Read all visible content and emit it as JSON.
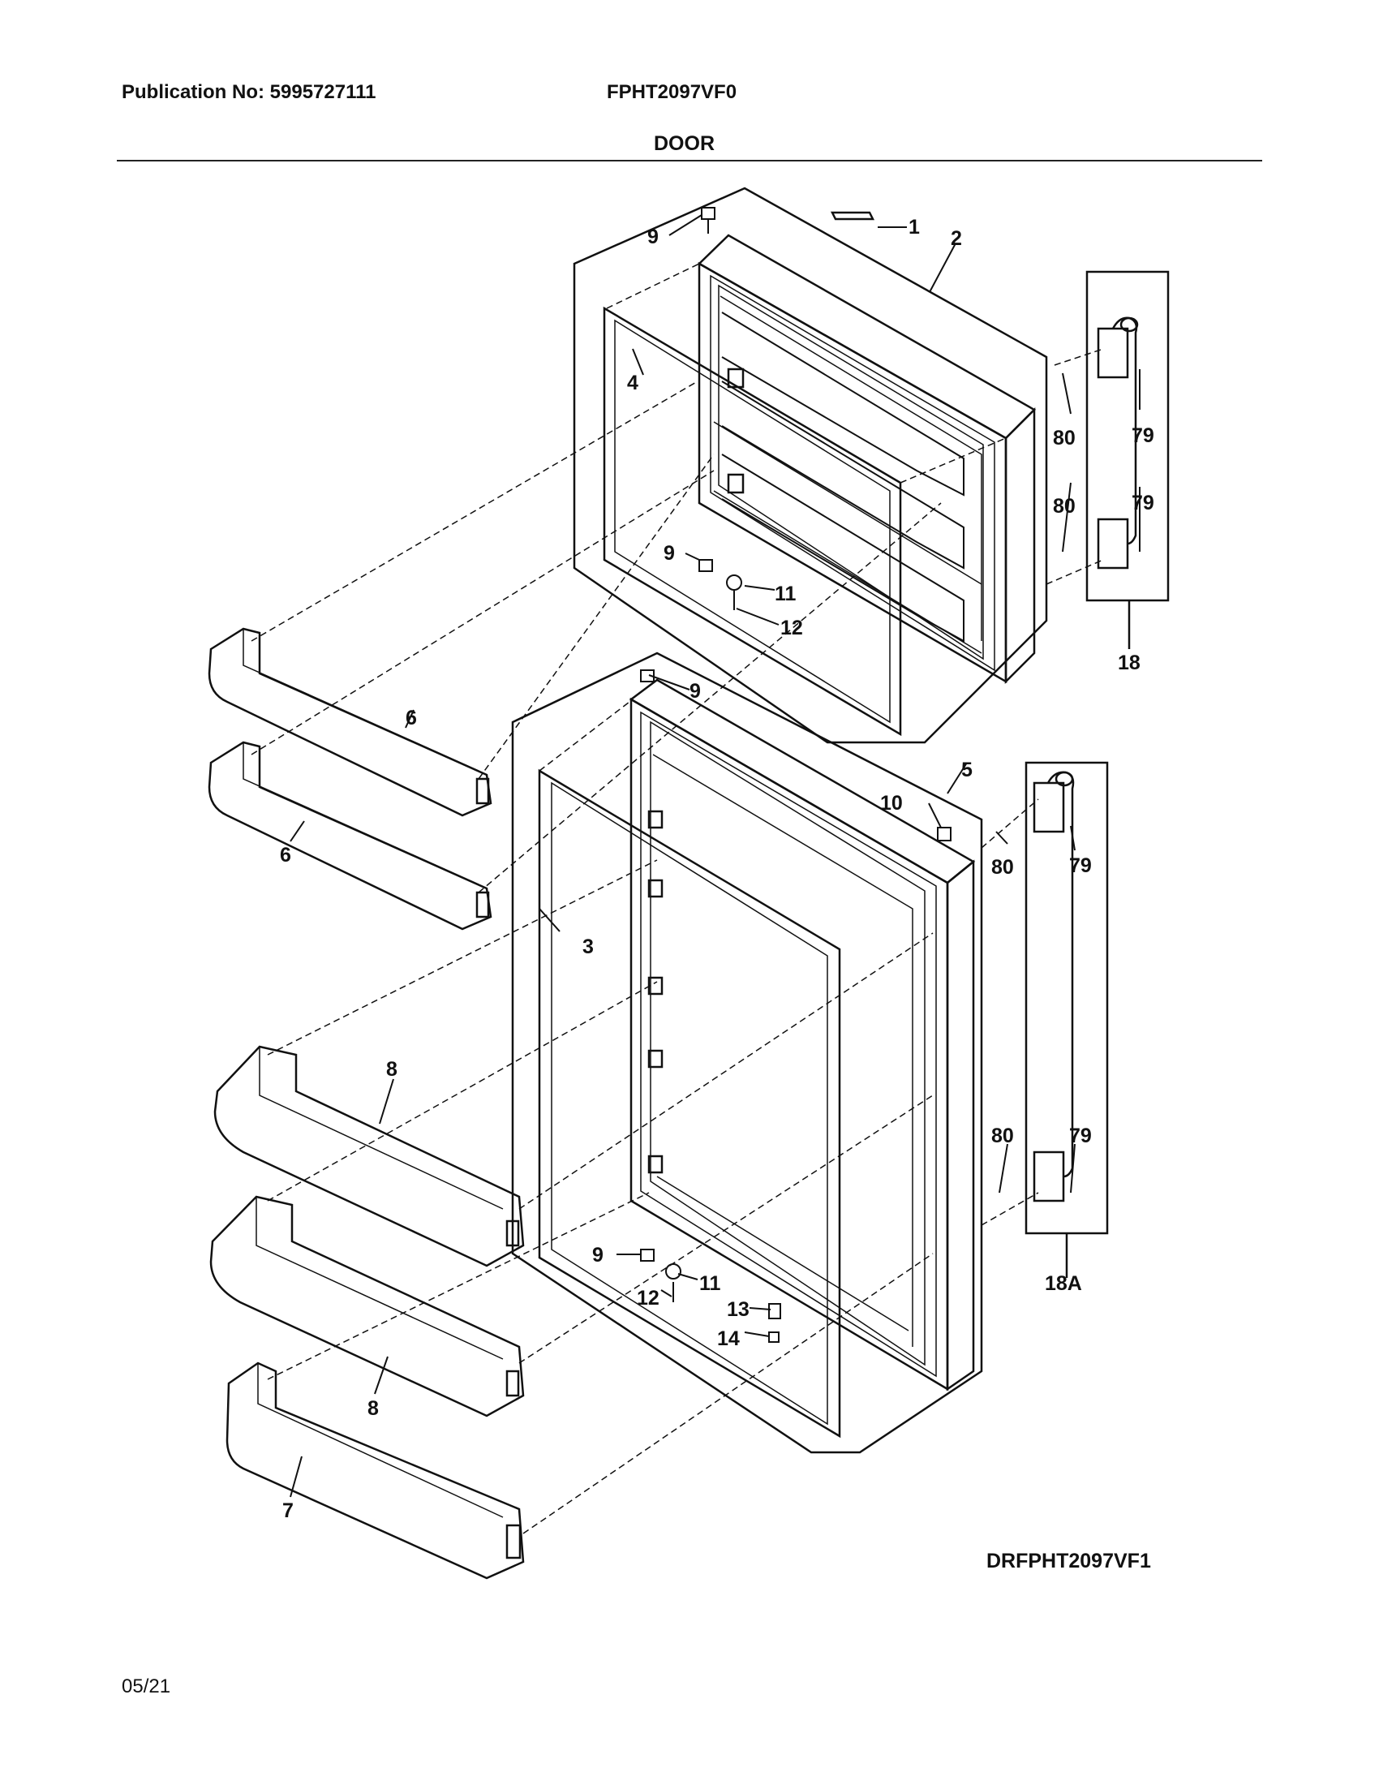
{
  "header": {
    "publication": "Publication No: 5995727111",
    "model": "FPHT2097VF0",
    "section": "DOOR"
  },
  "diagram_code": "DRFPHT2097VF1",
  "date": "05/21",
  "callouts": {
    "c1": "1",
    "c2": "2",
    "c3": "3",
    "c4": "4",
    "c5": "5",
    "c6a": "6",
    "c6b": "6",
    "c7": "7",
    "c8a": "8",
    "c8b": "8",
    "c9a": "9",
    "c9b": "9",
    "c9c": "9",
    "c9d": "9",
    "c10": "10",
    "c11a": "11",
    "c11b": "11",
    "c12a": "12",
    "c12b": "12",
    "c13": "13",
    "c14": "14",
    "c18": "18",
    "c18a": "18A",
    "c79a": "79",
    "c79b": "79",
    "c79c": "79",
    "c79d": "79",
    "c80a": "80",
    "c80b": "80",
    "c80c": "80",
    "c80d": "80"
  }
}
